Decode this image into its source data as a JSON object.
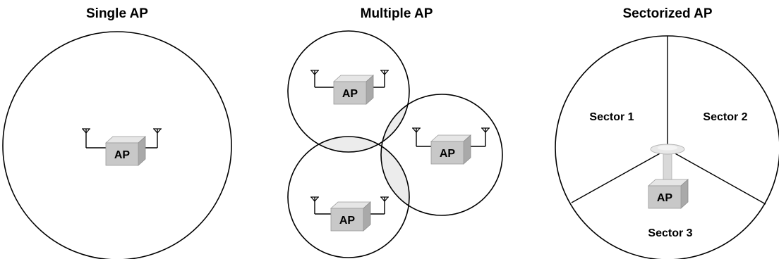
{
  "panels": {
    "single": {
      "title": "Single AP",
      "ap_label": "AP"
    },
    "multiple": {
      "title": "Multiple AP",
      "ap_labels": [
        "AP",
        "AP",
        "AP"
      ]
    },
    "sectorized": {
      "title": "Sectorized AP",
      "ap_label": "AP",
      "sectors": [
        "Sector 1",
        "Sector 2",
        "Sector 3"
      ]
    }
  },
  "colors": {
    "box_front": "#c8c8c8",
    "box_top": "#e6e6e6",
    "box_side": "#a9a9a9",
    "overlap": "#ececec",
    "stroke": "#000000"
  }
}
